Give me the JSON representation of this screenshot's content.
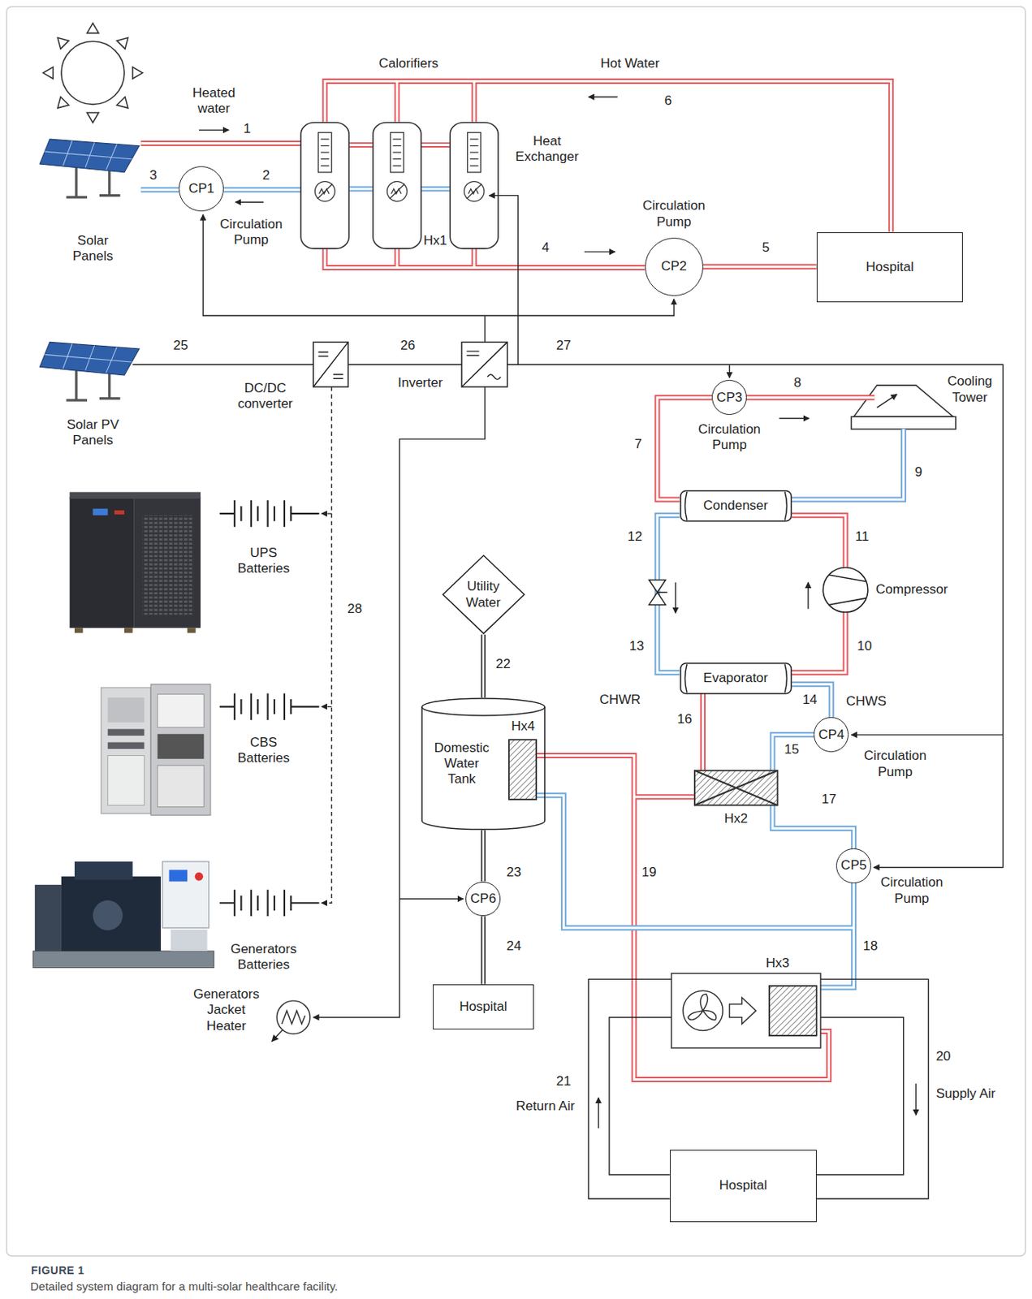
{
  "diagram": {
    "caption": "Detailed system diagram for a multi-solar healthcare facility.",
    "nodes": [
      {
        "text": [
          "CP1"
        ]
      },
      {
        "text": [
          "CP2"
        ]
      },
      {
        "text": [
          "Hospital"
        ]
      },
      {
        "text": [
          "CP3"
        ]
      },
      {
        "text": [
          "Condenser"
        ]
      },
      {
        "text": [
          "Utility Water"
        ]
      },
      {
        "text": [
          "Evaporator"
        ]
      },
      {
        "text": [
          "Domestic Water Tank"
        ]
      },
      {
        "text": [
          "CP4"
        ]
      },
      {
        "text": [
          "CP5"
        ]
      },
      {
        "text": [
          "CP6"
        ]
      },
      {
        "text": [
          "Hospital"
        ]
      },
      {
        "text": [
          "Hospital"
        ]
      }
    ],
    "edges": [
      {
        "from": 1,
        "to": 2,
        "arrow": "none"
      },
      {
        "from": 4,
        "to": 3,
        "arrow": "none"
      },
      {
        "from": 4,
        "to": 6,
        "arrow": "none"
      },
      {
        "from": 6,
        "to": 4,
        "arrow": "none"
      },
      {
        "from": 5,
        "to": 7,
        "arrow": "none"
      },
      {
        "from": 6,
        "to": 8,
        "arrow": "none"
      },
      {
        "from": 7,
        "to": 10,
        "arrow": "none"
      },
      {
        "from": 10,
        "to": 11,
        "arrow": "none"
      }
    ],
    "labels": [
      "Calorifiers",
      "Hot Water",
      "Heated water",
      "6",
      "1",
      "Heat Exchanger",
      "3",
      "2",
      "Circulation Pump",
      "Circulation Pump",
      "Hx1",
      "4",
      "5",
      "Solar Panels",
      "25",
      "26",
      "27",
      "8",
      "Inverter",
      "Cooling Tower",
      "DC/DC converter",
      "Solar PV Panels",
      "Circulation Pump",
      "7",
      "9",
      "12",
      "11",
      "UPS Batteries",
      "Compressor",
      "28",
      "13",
      "10",
      "22",
      "CHWR",
      "14",
      "CHWS",
      "16",
      "Hx4",
      "15",
      "CBS Batteries",
      "Circulation Pump",
      "17",
      "Hx2",
      "23",
      "19",
      "Circulation Pump",
      "18",
      "24",
      "Generators Batteries",
      "Hx3",
      "Generators Jacket Heater",
      "20",
      "21",
      "Supply Air",
      "Return Air",
      "FIGURE 1"
    ]
  }
}
